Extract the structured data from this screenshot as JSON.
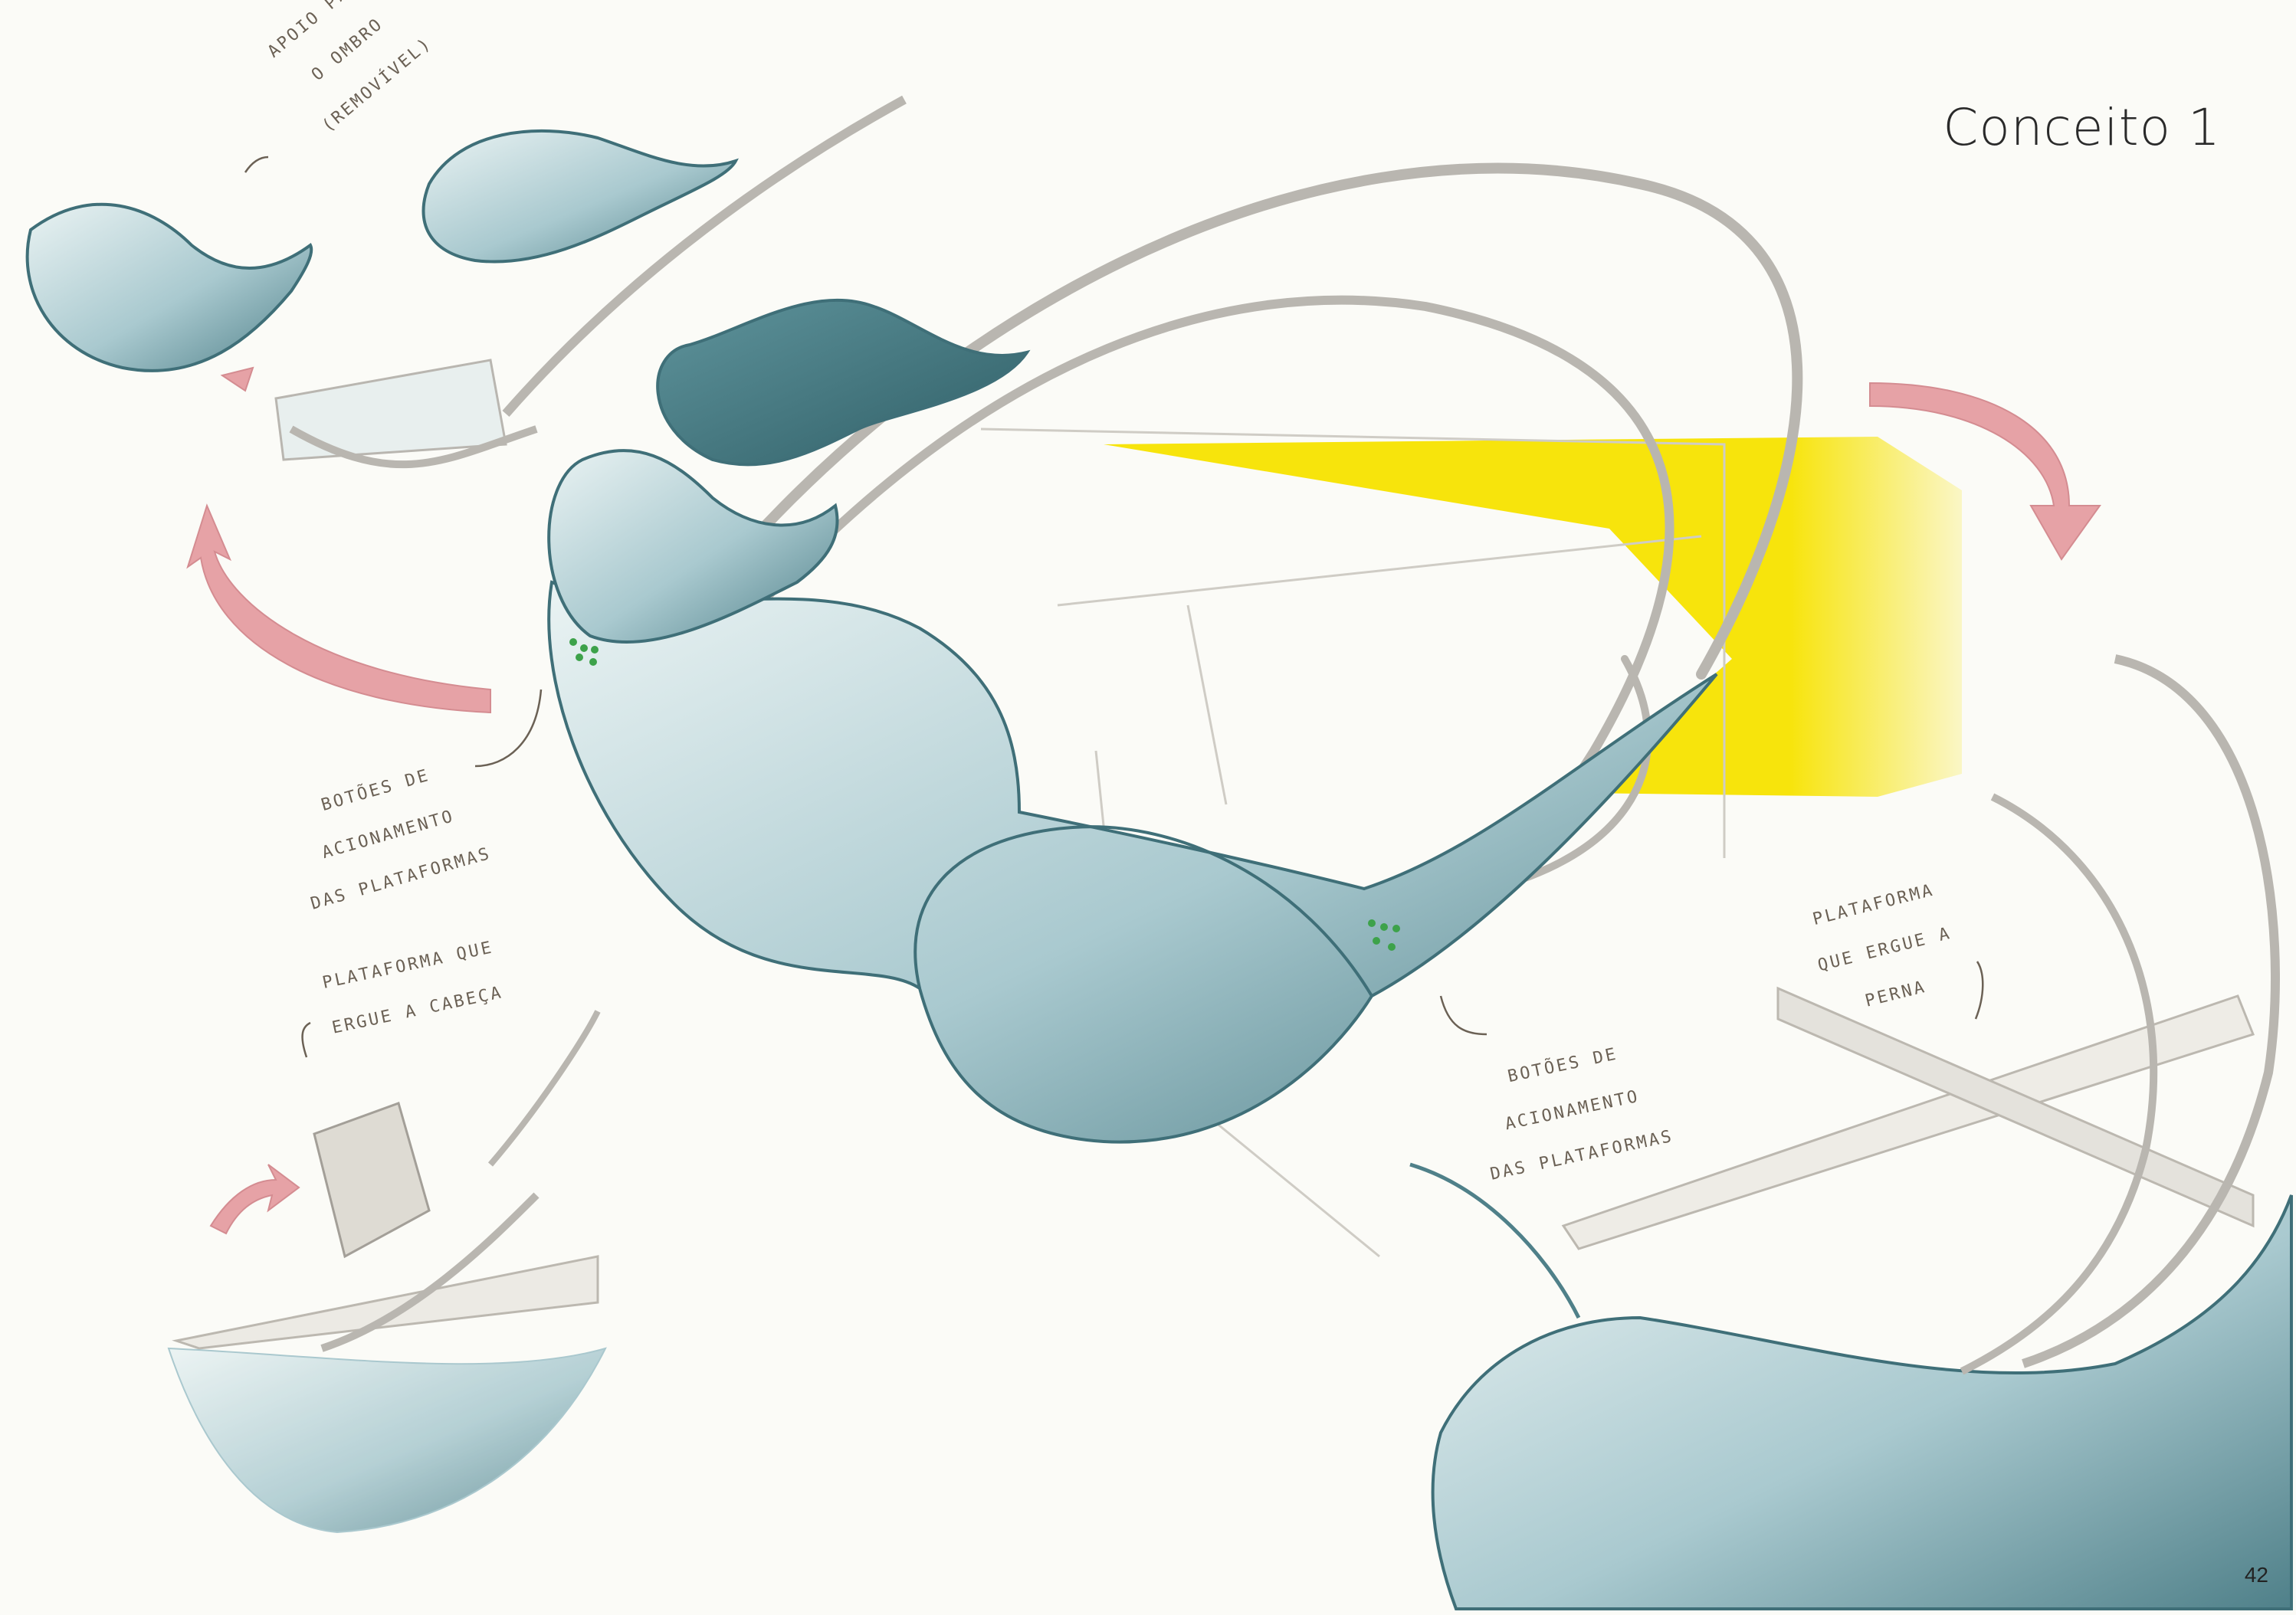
{
  "page": {
    "title": "Conceito 1",
    "page_number": "42"
  },
  "annotations": {
    "shoulder_support": [
      "APOIO PARA",
      "O OMBRO",
      "(REMOVÍVEL)"
    ],
    "buttons_left": [
      "BOTÕES DE",
      "ACIONAMENTO",
      "DAS PLATAFORMAS"
    ],
    "head_platform": [
      "PLATAFORMA QUE",
      "ERGUE A CABEÇA"
    ],
    "buttons_right": [
      "BOTÕES DE",
      "ACIONAMENTO",
      "DAS PLATAFORMAS"
    ],
    "leg_platform": [
      "PLATAFORMA",
      "QUE ERGUE A",
      "PERNA"
    ]
  },
  "colors": {
    "shell_blue": "#9cc0c8",
    "shell_dark": "#4e7f89",
    "frame_gray": "#b7b4ae",
    "yellow_highlight": "#f7e300",
    "arrow_pink": "#e6a2a6",
    "button_green": "#3da24a"
  },
  "icons": [
    "curved-arrow-icon",
    "button-dots-icon"
  ]
}
